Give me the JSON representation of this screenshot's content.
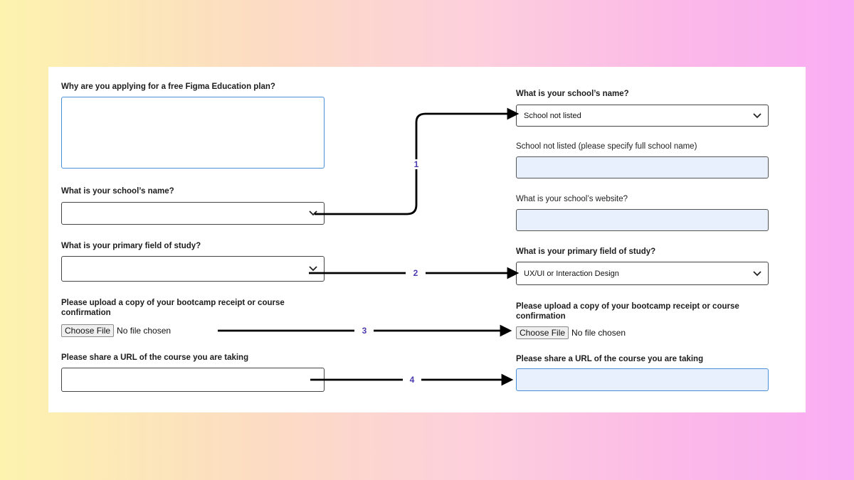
{
  "left": {
    "q_why": "Why are you applying for a free Figma Education plan?",
    "q_school": "What is your school’s name?",
    "q_field": "What is your primary field of study?",
    "q_upload": "Please upload a copy of your bootcamp receipt or course confirmation",
    "upload_button": "Choose File",
    "upload_status": "No file chosen",
    "q_url": "Please share a URL of the course you are taking"
  },
  "right": {
    "q_school": "What is your school’s name?",
    "school_value": "School not listed",
    "q_school_specify": "School not listed (please specify full school name)",
    "q_website": "What is your school’s website?",
    "q_field": "What is your primary field of study?",
    "field_value": "UX/UI or Interaction Design",
    "q_upload": "Please upload a copy of your bootcamp receipt or course confirmation",
    "upload_button": "Choose File",
    "upload_status": "No file chosen",
    "q_url": "Please share a URL of the course you are taking"
  },
  "arrows": {
    "label_1": "1",
    "label_2": "2",
    "label_3": "3",
    "label_4": "4"
  },
  "colors": {
    "accent_focus": "#4a90d9",
    "filled_bg": "#e8f0fe",
    "number_color": "#4a3cb0"
  }
}
